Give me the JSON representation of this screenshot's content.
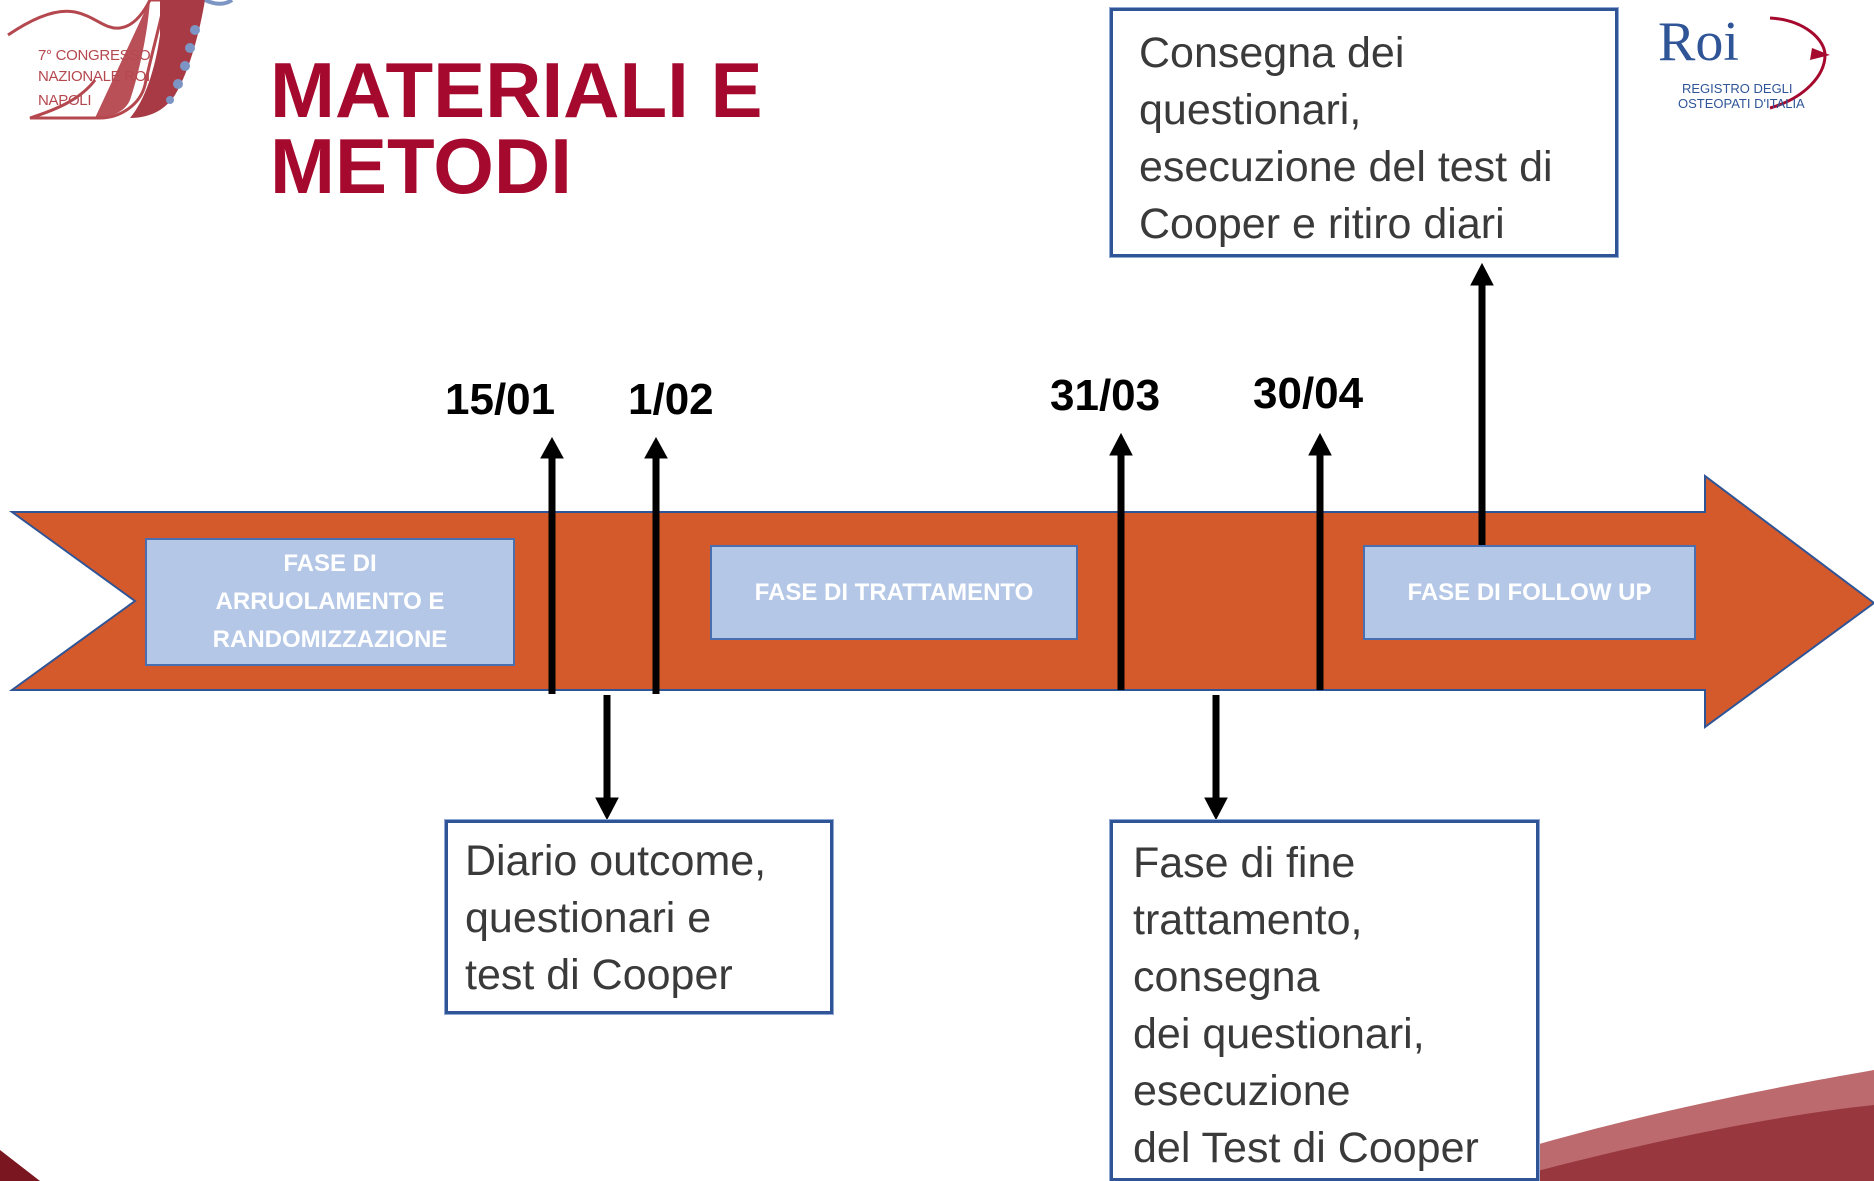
{
  "title": "MATERIALI E\nMETODI",
  "congress_logo": {
    "line1": "7° CONGRESSO",
    "line2": "NAZIONALE ROI",
    "line3": "NAPOLI"
  },
  "roi_logo": {
    "mark": "Roi",
    "line1": "REGISTRO DEGLI",
    "line2": "OSTEOPATI D'ITALIA"
  },
  "phases": [
    {
      "label": "FASE DI\nARRUOLAMENTO E\nRANDOMIZZAZIONE"
    },
    {
      "label": "FASE DI TRATTAMENTO"
    },
    {
      "label": "FASE DI FOLLOW UP"
    }
  ],
  "dates": [
    "15/01",
    "1/02",
    "31/03",
    "30/04"
  ],
  "notes": {
    "top": "Consegna dei questionari,\nesecuzione del test di\nCooper e ritiro diari",
    "bottom_left": "Diario outcome,\nquestionari e\ntest di Cooper",
    "bottom_right": "Fase di fine\ntrattamento,\nconsegna\ndei questionari,\nesecuzione\ndel Test di Cooper"
  },
  "colors": {
    "title": "#a50a2e",
    "timeline_arrow": "#d45a2c",
    "phase_fill": "#b4c7e7",
    "phase_border": "#4a6fb0",
    "note_border": "#2f5597",
    "logo_red": "#b5474f"
  },
  "icons": {
    "congress_logo": "vesuvius-spine-logo",
    "roi_logo": "roi-logo",
    "arrows": "arrow-icon"
  }
}
